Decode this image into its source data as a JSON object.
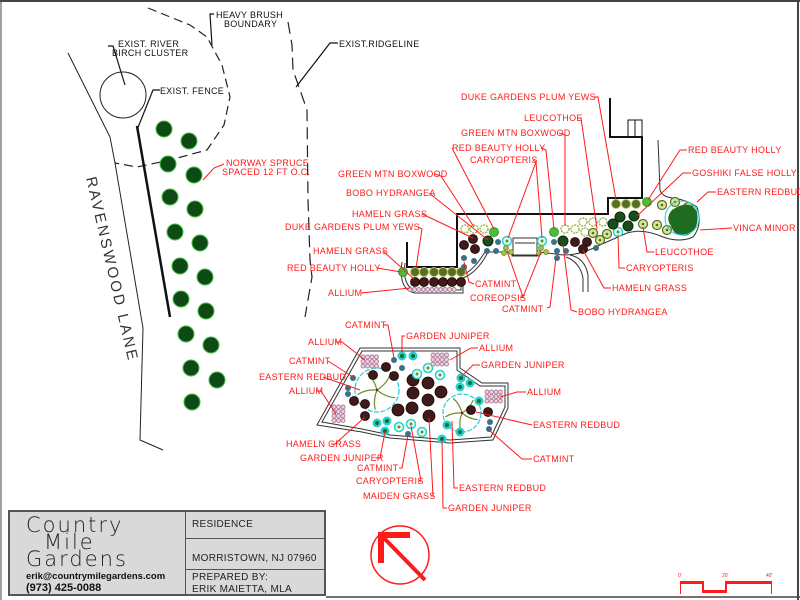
{
  "colors": {
    "label": "#ff1a1a",
    "spruce": "#0f4a16",
    "spruce_ring": "#3fbf3f",
    "olive": "#5a6e23",
    "dark_green": "#1b4d1b",
    "brown": "#3e1a1a",
    "blue": "#3d6f86",
    "light_green": "#46c03a",
    "pink": "#b07a9a",
    "cyan": "#22d0d8",
    "linework": "#111111"
  },
  "site": {
    "labels": [
      "EXIST. RIVER",
      "BIRCH CLUSTER",
      "HEAVY BRUSH",
      "BOUNDARY",
      "EXIST.RIDGELINE",
      "EXIST. FENCE"
    ],
    "road_name": "RAVENSWOOD LANE",
    "spruce_label": [
      "NORWAY SPRUCE",
      "SPACED 12 FT O.C."
    ]
  },
  "north_bed": {
    "labels": [
      "DUKE GARDENS  PLUM YEWS",
      "LEUCOTHOE",
      "GREEN MTN BOXWOOD",
      "RED BEAUTY HOLLY",
      "CARYOPTERIS",
      "GREEN MTN BOXWOOD",
      "BOBO HYDRANGEA",
      "HAMELN GRASS",
      "DUKE GARDENS  PLUM YEWS",
      "HAMELN GRASS",
      "RED BEAUTY HOLLY",
      "ALLIUM",
      "CATMINT",
      "COREOPSIS",
      "CATMINT",
      "BOBO HYDRANGEA",
      "HAMELN GRASS",
      "CARYOPTERIS",
      "LEUCOTHOE",
      "RED BEAUTY HOLLY",
      "GOSHIKI FALSE HOLLY",
      "EASTERN REDBUD",
      "VINCA MINOR"
    ]
  },
  "south_bed": {
    "labels": [
      "CATMINT",
      "GARDEN JUNIPER",
      "ALLIUM",
      "ALLIUM",
      "CATMINT",
      "GARDEN JUNIPER",
      "EASTERN REDBUD",
      "ALLIUM",
      "ALLIUM",
      "EASTERN REDBUD",
      "HAMELN GRASS",
      "GARDEN JUNIPER",
      "CATMINT",
      "CATMINT",
      "CARYOPTERIS",
      "MAIDEN GRASS",
      "EASTERN REDBUD",
      "GARDEN JUNIPER"
    ]
  },
  "title_block": {
    "logo_lines": [
      "Country",
      "Mile",
      "Gardens"
    ],
    "email": "erik@countrymilegardens.com",
    "phone": "(973) 425-0088",
    "project": "RESIDENCE",
    "location": "MORRISTOWN, NJ 07960",
    "prepared_by_label": "PREPARED BY:",
    "prepared_by": "ERIK MAIETTA, MLA"
  },
  "scale_bar": {
    "ticks": [
      "0'",
      "20'",
      "40'"
    ]
  },
  "north_arrow": {
    "icon": "north-arrow-icon"
  }
}
